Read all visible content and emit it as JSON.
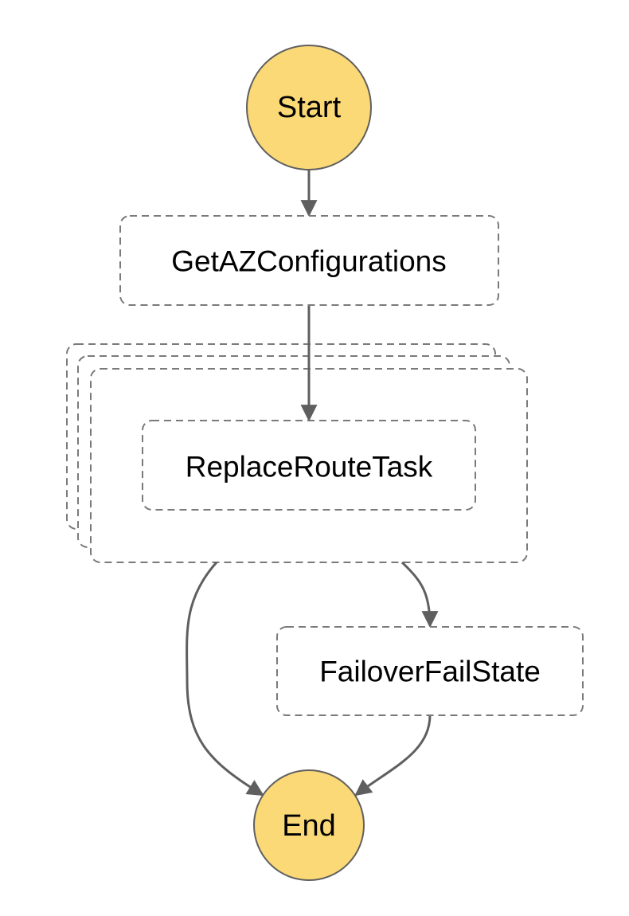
{
  "diagram": {
    "nodes": {
      "start": {
        "label": "Start",
        "kind": "terminal"
      },
      "get_az": {
        "label": "GetAZConfigurations",
        "kind": "task"
      },
      "map": {
        "label": "",
        "kind": "map"
      },
      "replace_route": {
        "label": "ReplaceRouteTask",
        "kind": "task",
        "parent": "map"
      },
      "failover_fail": {
        "label": "FailoverFailState",
        "kind": "fail"
      },
      "end": {
        "label": "End",
        "kind": "terminal"
      }
    },
    "edges": [
      {
        "from": "start",
        "to": "get_az"
      },
      {
        "from": "get_az",
        "to": "replace_route"
      },
      {
        "from": "map",
        "to": "end"
      },
      {
        "from": "map",
        "to": "failover_fail"
      },
      {
        "from": "failover_fail",
        "to": "end"
      }
    ],
    "colors": {
      "terminal_fill": "#fbd977",
      "stroke": "#5f5f5f",
      "dashed_border": "#7a7a7a",
      "text": "#000000"
    }
  }
}
